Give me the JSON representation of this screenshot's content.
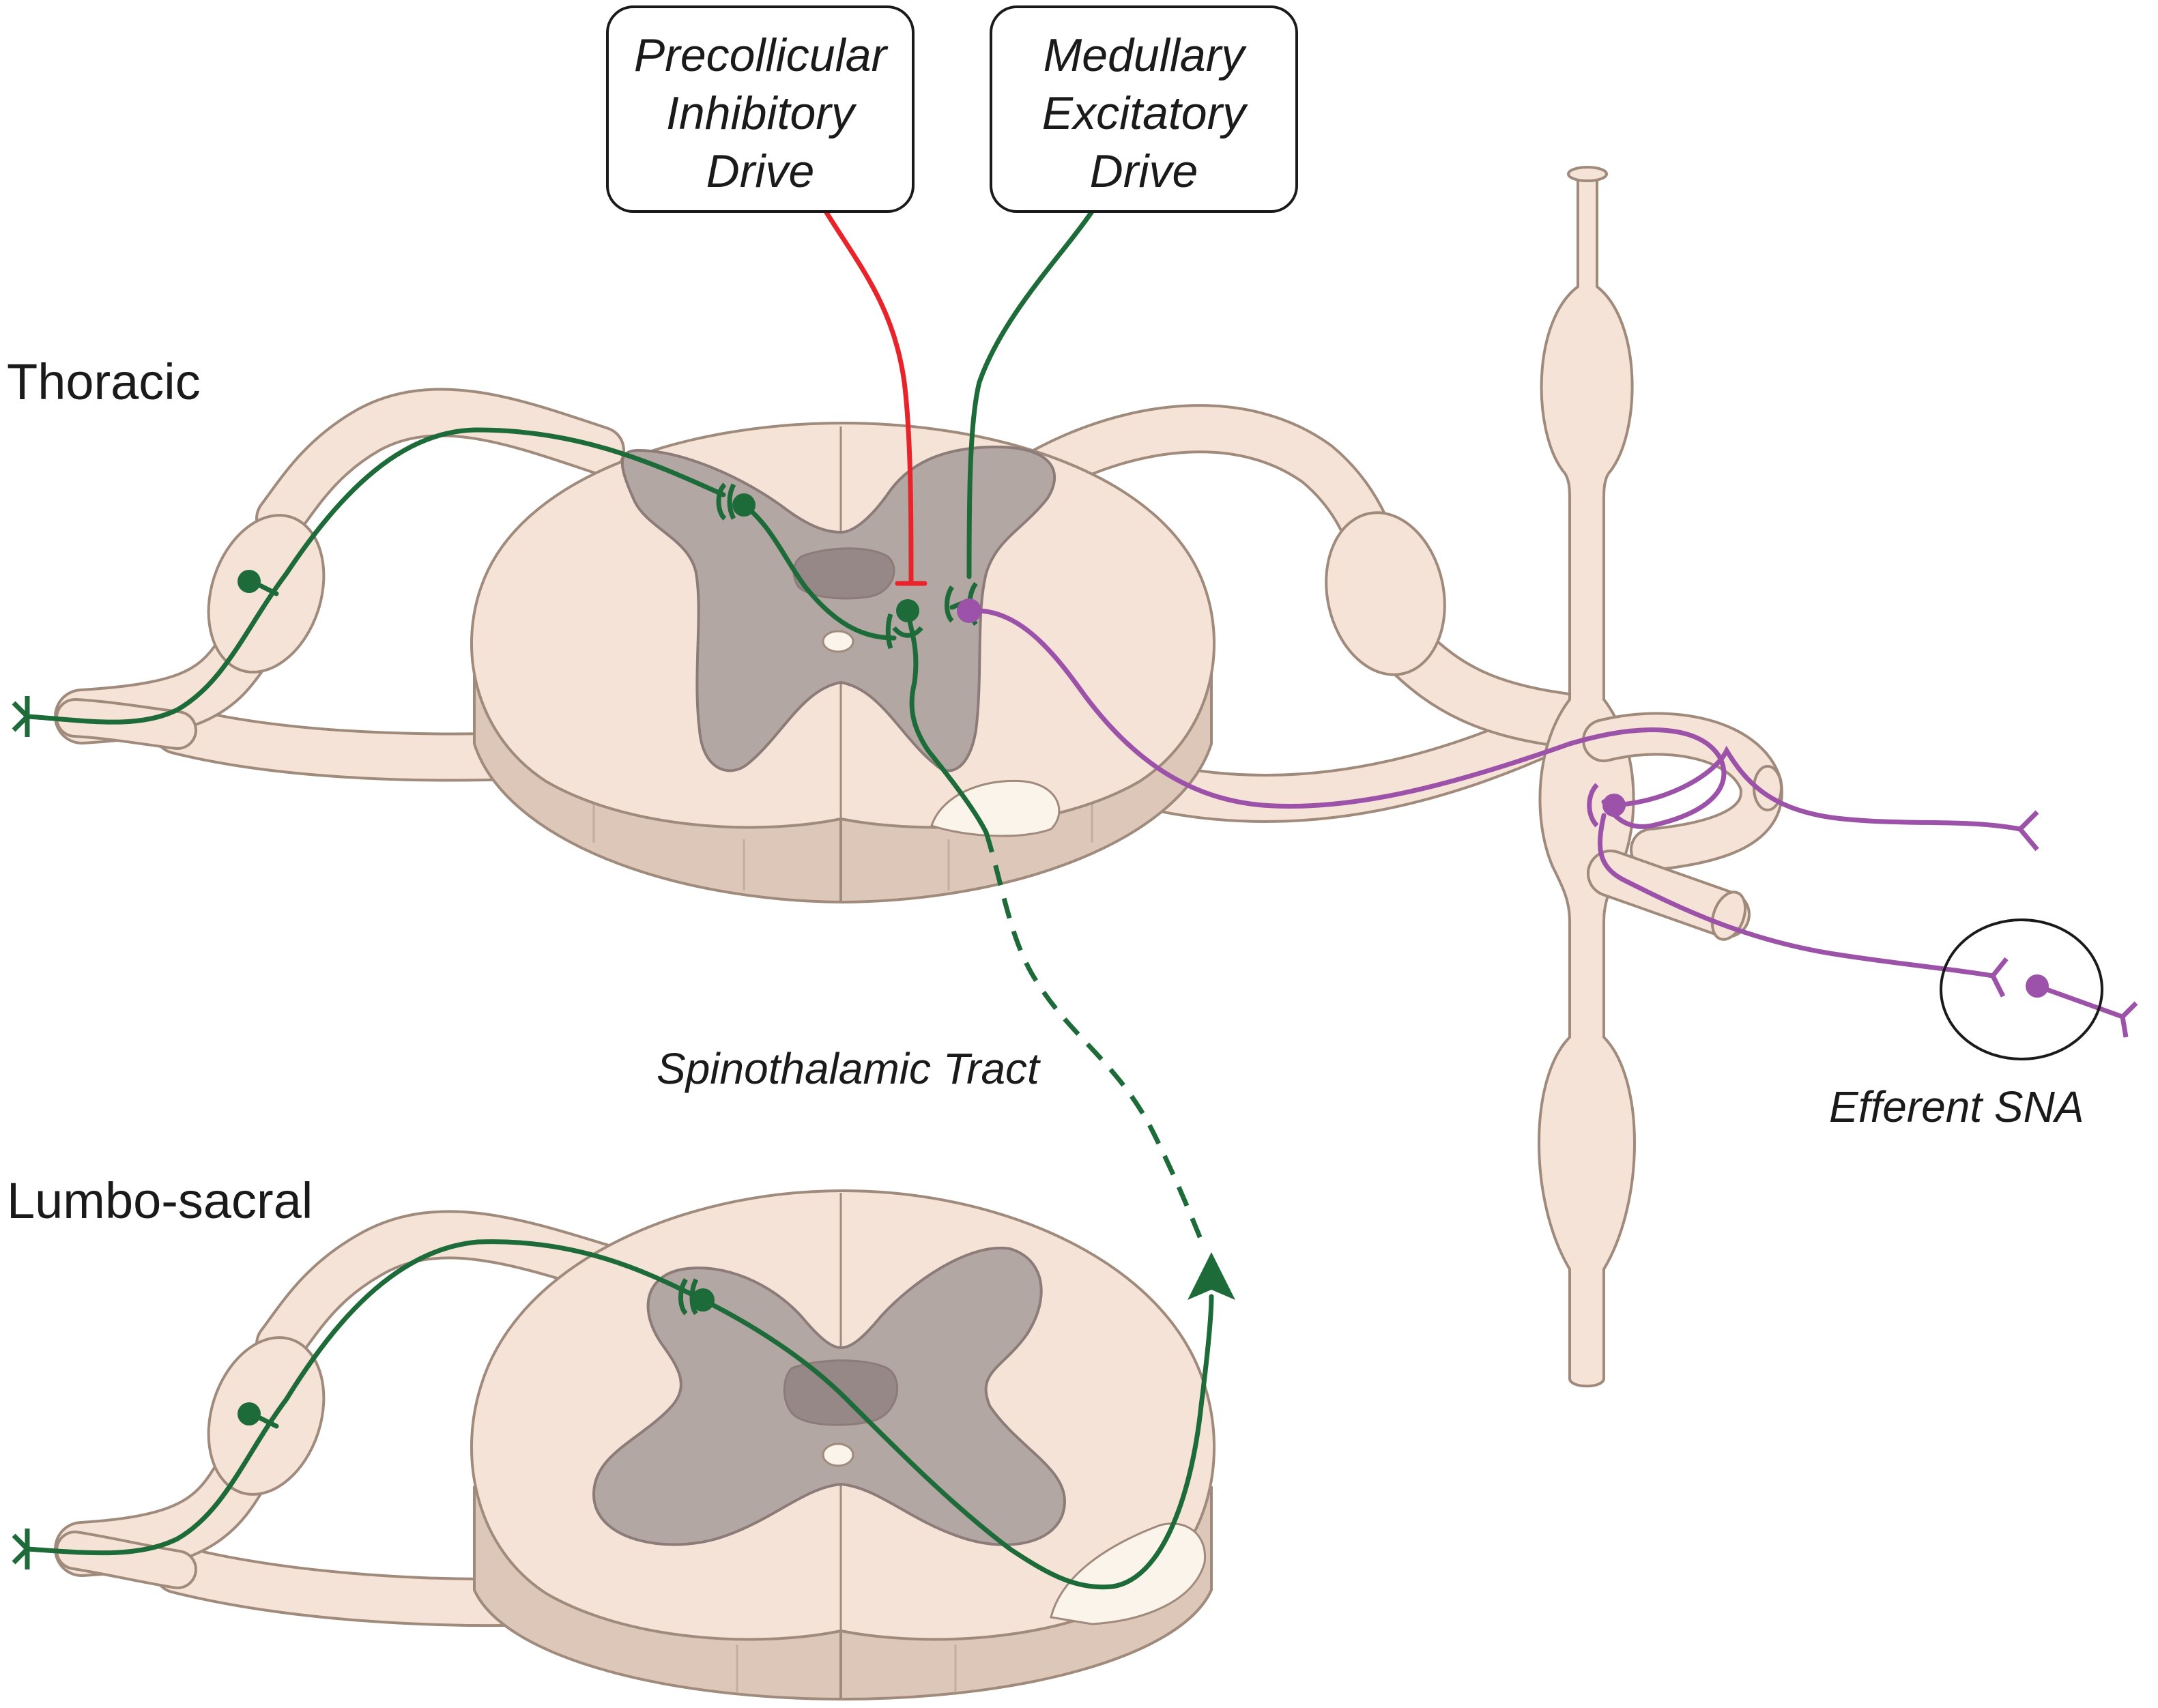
{
  "labels": {
    "thoracic": "Thoracic",
    "lumbosacral": "Lumbo-sacral",
    "spinothalamic_tract": "Spinothalamic Tract",
    "efferent_sna": "Efferent SNA"
  },
  "boxes": {
    "precollicular": [
      "Precollicular",
      "Inhibitory",
      "Drive"
    ],
    "medullary": [
      "Medullary",
      "Excitatory",
      "Drive"
    ]
  },
  "colors": {
    "cord_fill": "#f4e3d6",
    "cord_side": "#ddc7b8",
    "cord_outline": "#a08a7c",
    "grey_matter": "#b3a7a4",
    "grey_matter_outline": "#8c7b78",
    "lamina_dark": "#958886",
    "tract_patch": "#faf4ea",
    "afferent_green": "#1d6b38",
    "inhibitory_red": "#e8232a",
    "sympathetic_purple": "#9b52a8",
    "text": "#1a1a1a"
  },
  "icons": {
    "neuron_soma": "filled-circle",
    "synapse": "bracket-terminal",
    "arrowhead": "triangle"
  }
}
